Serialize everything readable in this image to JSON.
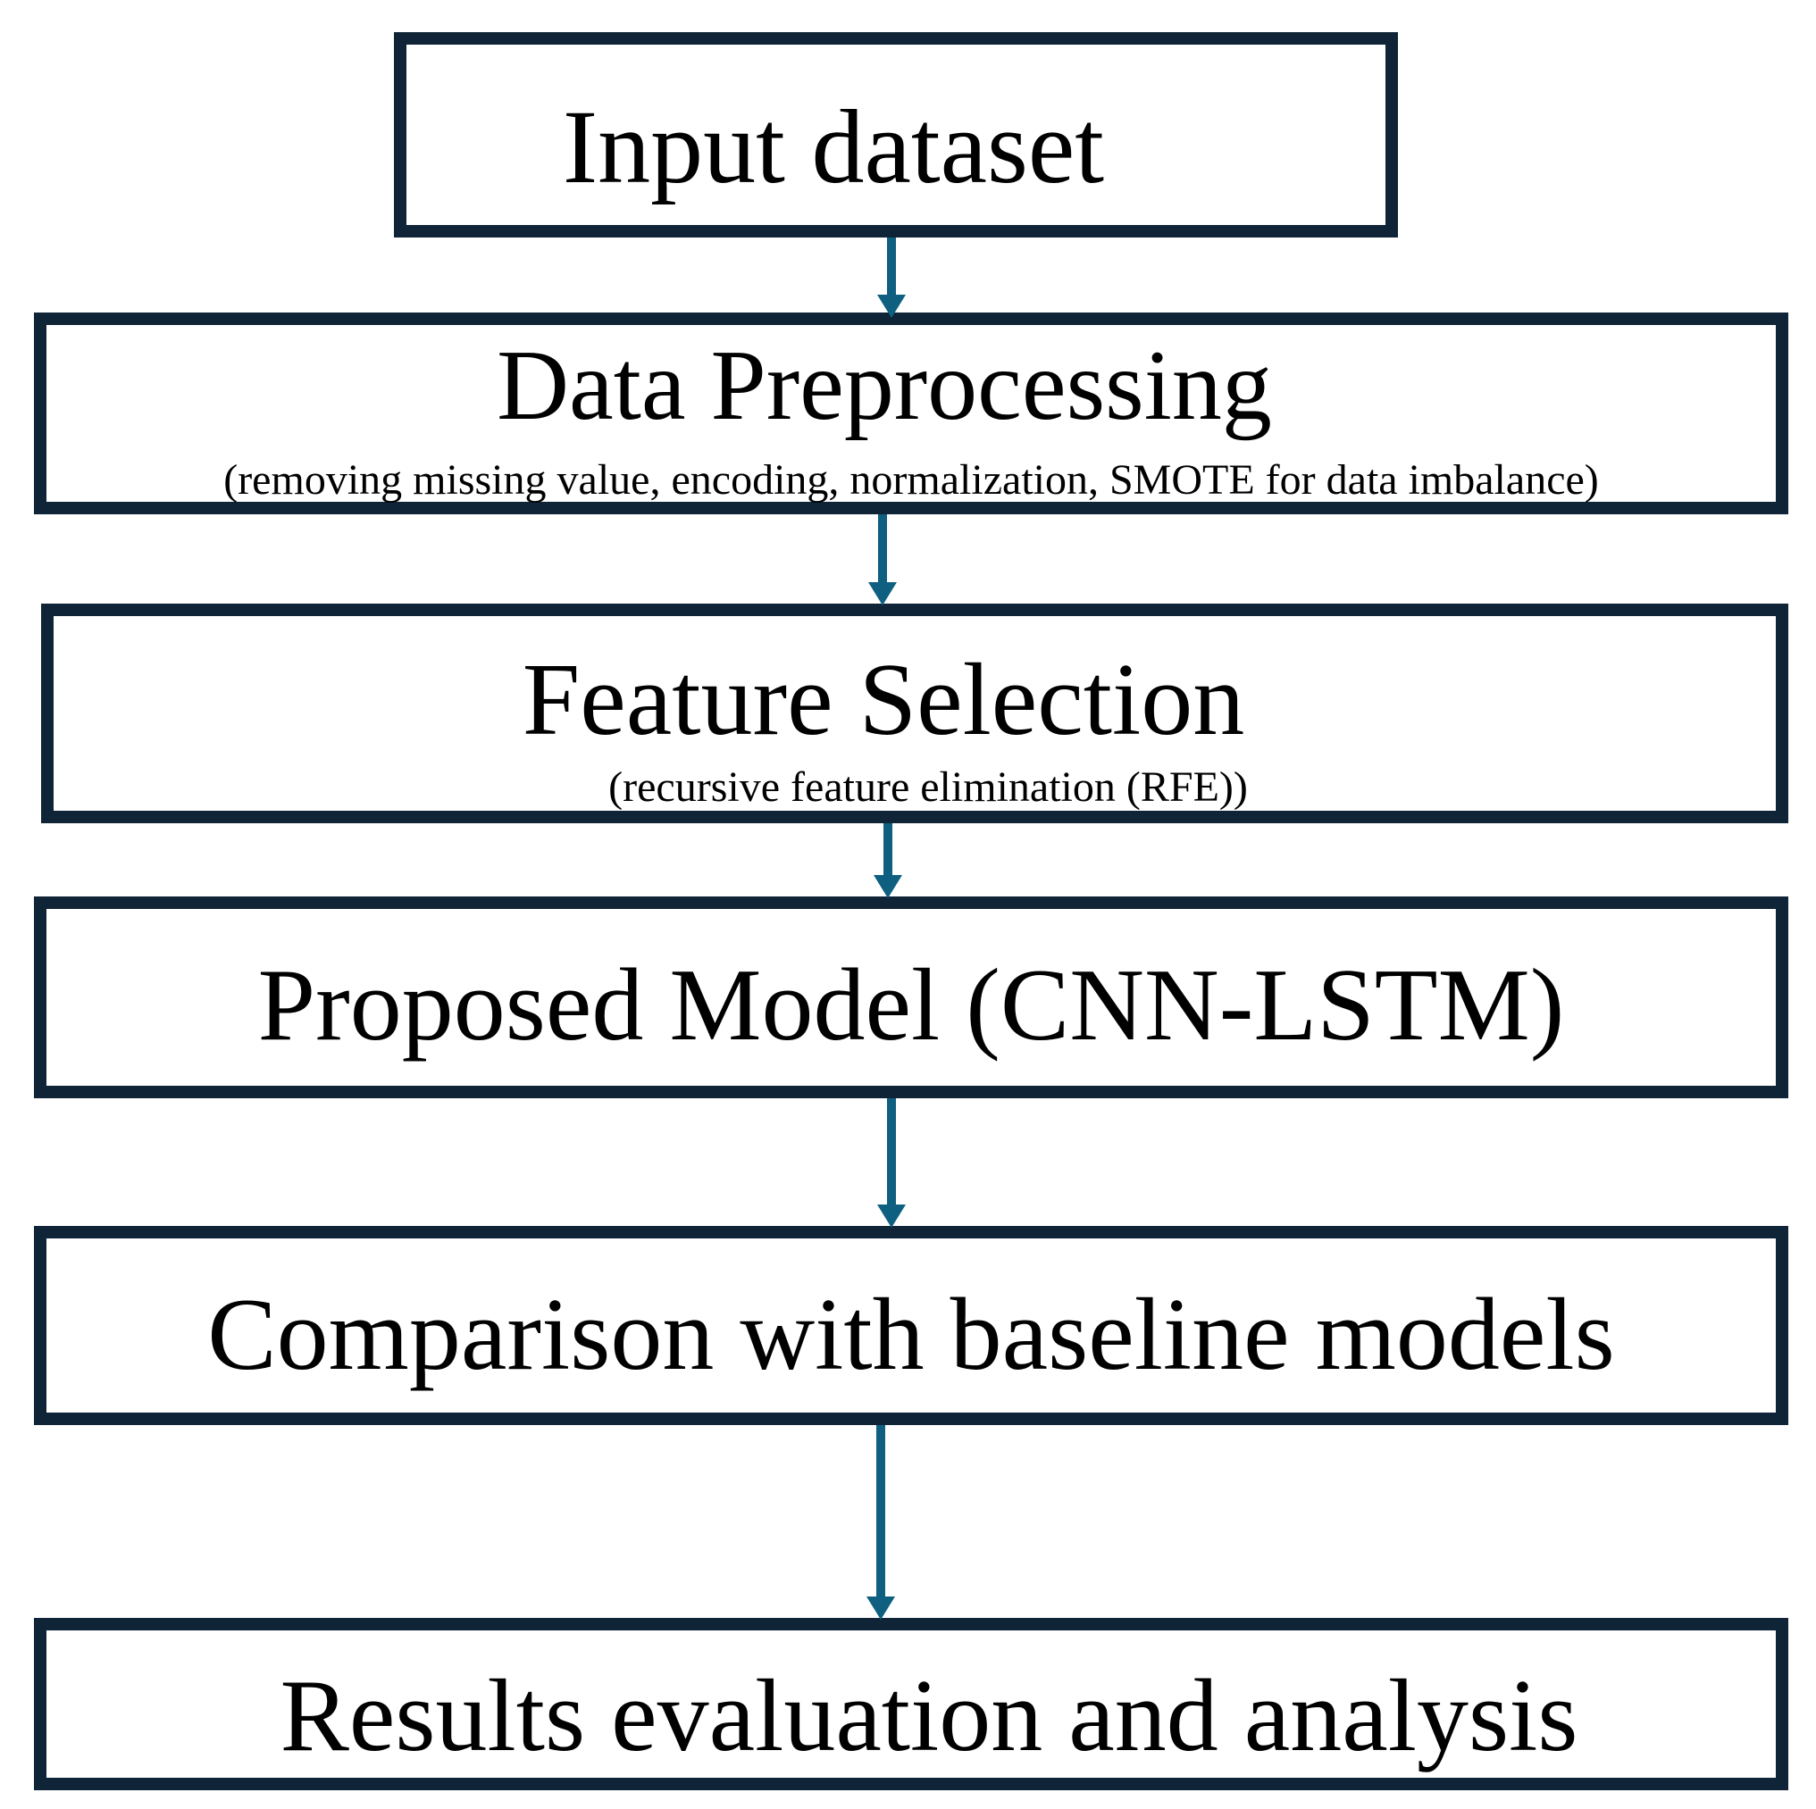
{
  "steps": [
    {
      "title": "Input dataset"
    },
    {
      "title": "Data Preprocessing",
      "subtitle": "(removing missing value, encoding, normalization, SMOTE for data imbalance)"
    },
    {
      "title": "Feature Selection",
      "subtitle": "(recursive feature elimination (RFE))"
    },
    {
      "title": "Proposed Model (CNN-LSTM)"
    },
    {
      "title": "Comparison with baseline models"
    },
    {
      "title": "Results evaluation and analysis"
    }
  ],
  "colors": {
    "box_border": "#0f2436",
    "arrow": "#0e5f80"
  }
}
